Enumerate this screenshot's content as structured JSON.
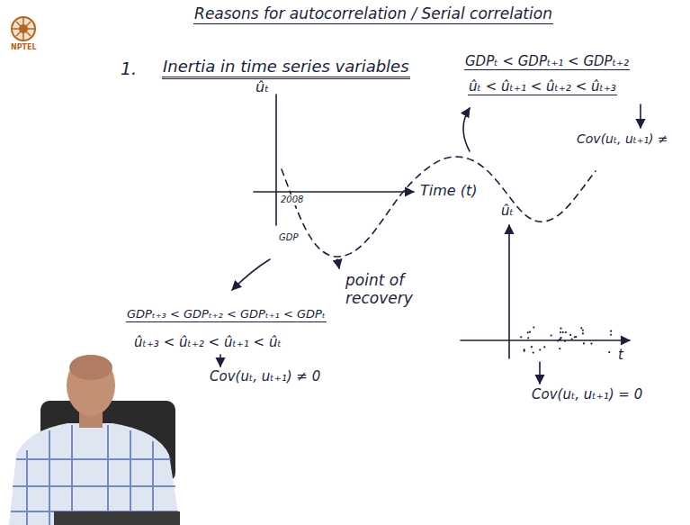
{
  "diagram": {
    "title": "Reasons for autocorrelation / Serial correlation",
    "labels": [
      "NPTEL",
      "1.",
      "Inertia in time series variables",
      "ûₜ",
      "2008",
      "Time (t)",
      "GDP",
      "point of recovery",
      "GDPₜ < GDPₜ₊₁ < GDPₜ₊₂",
      "ûₜ < ûₜ₊₁ < ûₜ₊₂ < ûₜ₊₃",
      "Cov(uₜ, uₜ₊₁) ≠",
      "ûₜ",
      "t",
      "Cov(uₜ, uₜ₊₁) = 0",
      "GDPₜ₊₃ < GDPₜ₊₂ < GDPₜ₊₁ < GDPₜ",
      "ûₜ₊₃ < ûₜ₊₂ < ûₜ₊₁ < ûₜ",
      "Cov(uₜ, uₜ₊₁) ≠ 0"
    ]
  }
}
